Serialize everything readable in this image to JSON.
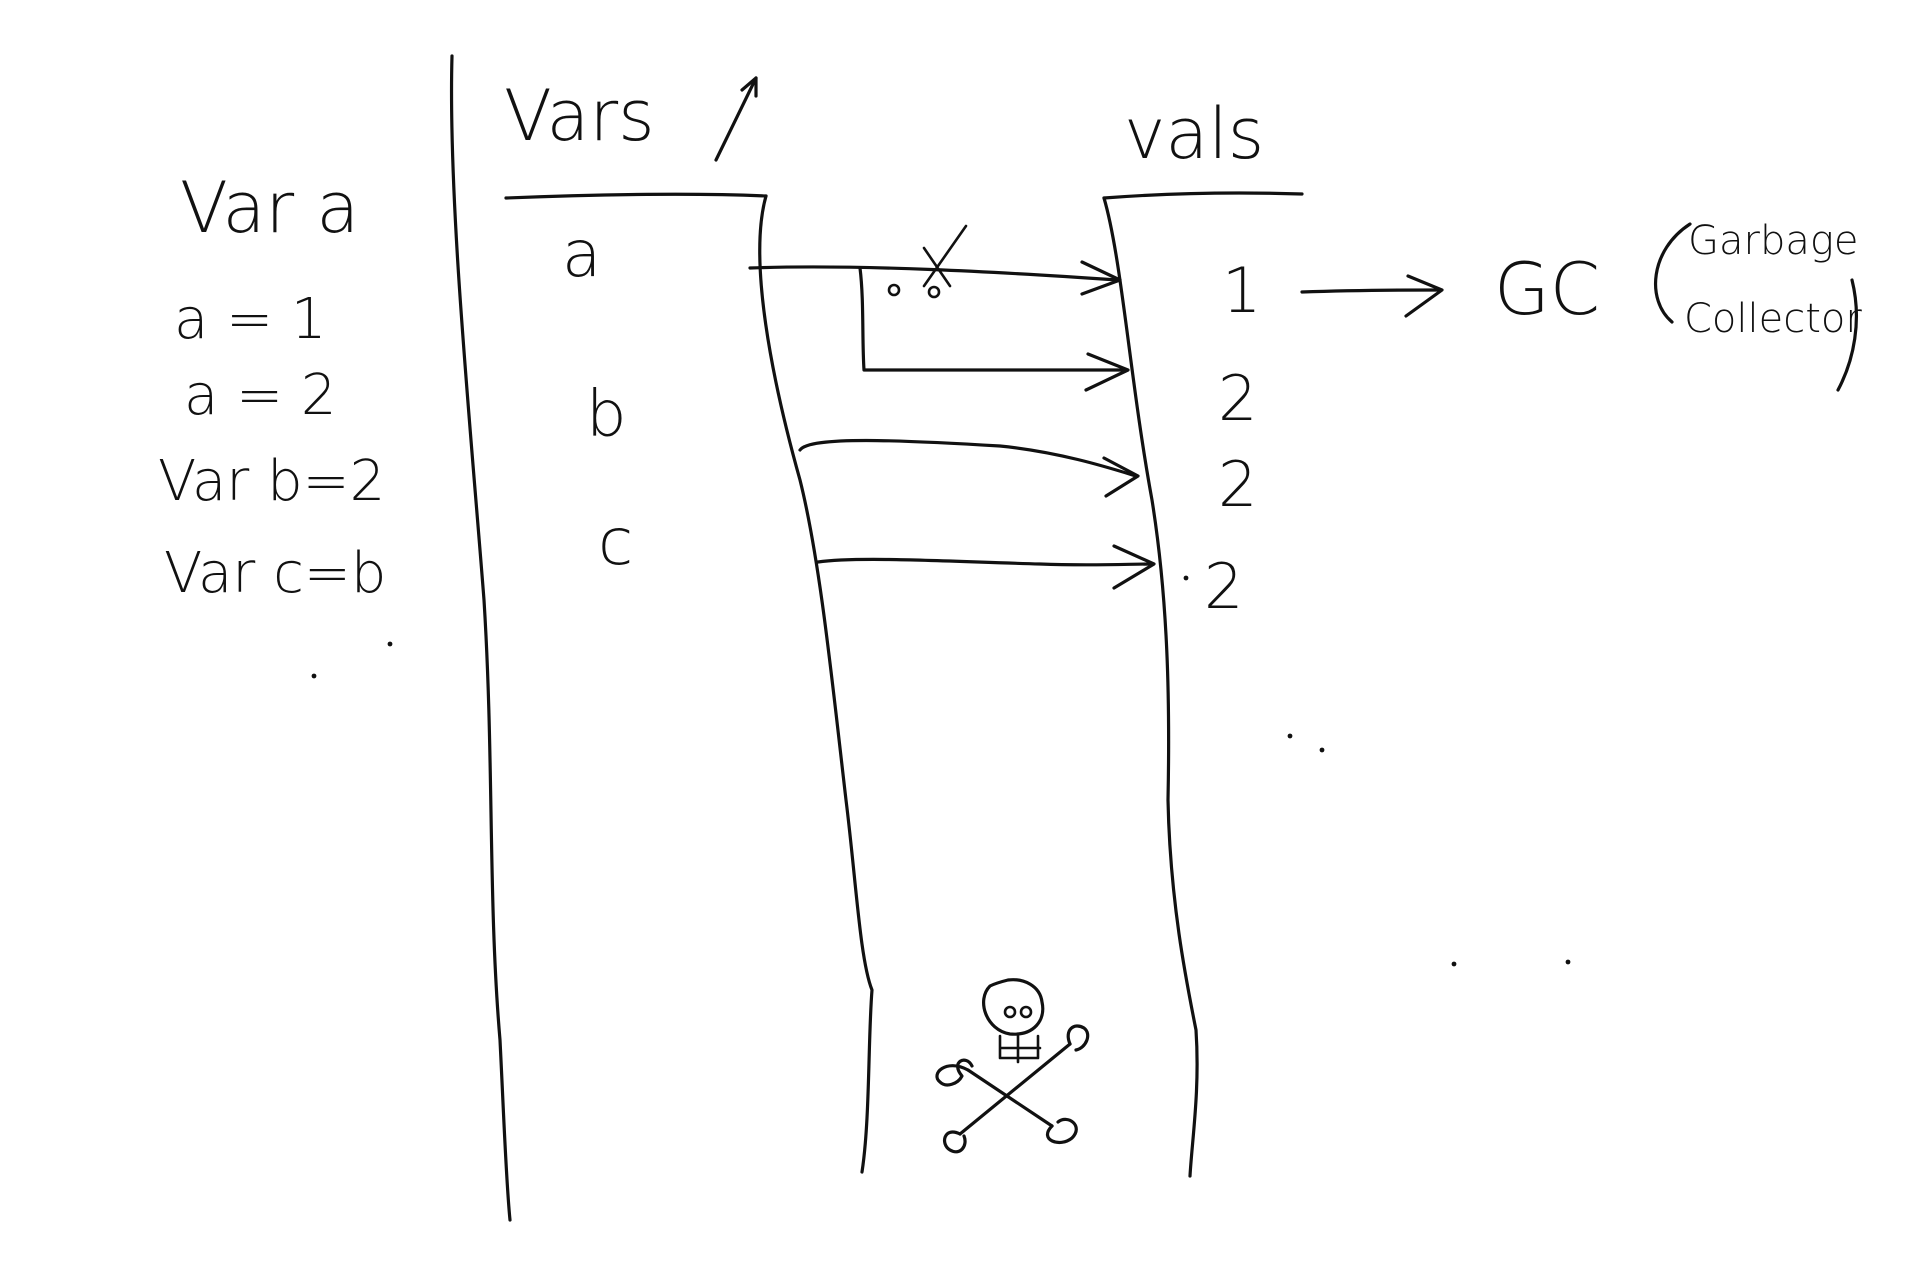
{
  "board": {
    "code": {
      "line1": "Var a",
      "line2": "a = 1",
      "line3": "a = 2",
      "line4": "Var b=2",
      "line5": "Var c=b"
    },
    "vars_column": {
      "title": "Vars",
      "cells": [
        "a",
        "b",
        "c"
      ]
    },
    "vals_column": {
      "title": "vals",
      "cells": [
        "1",
        "2",
        "2",
        "2"
      ]
    },
    "gc": {
      "label": "GC",
      "note_line1": "Garbage",
      "note_line2": "Collector"
    },
    "colors": {
      "ink": "#111111",
      "background": "#ffffff"
    }
  }
}
